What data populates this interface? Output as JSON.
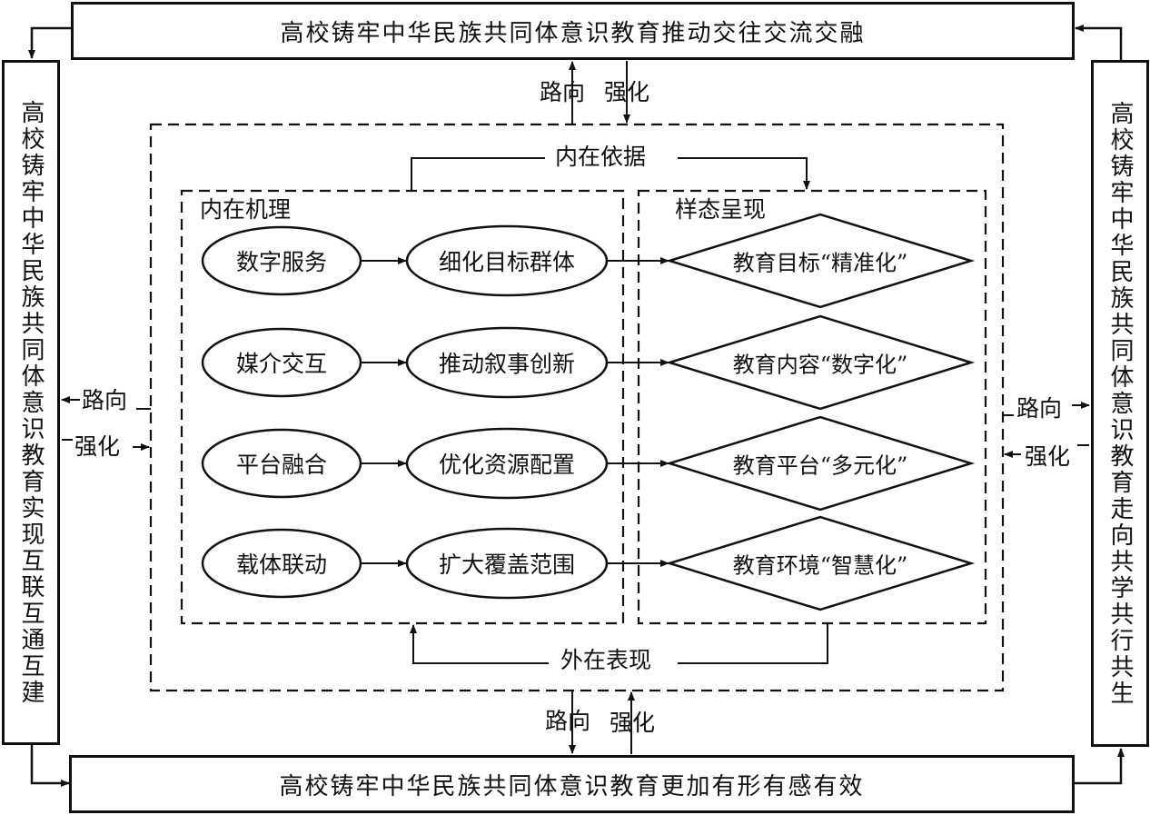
{
  "boxes": {
    "top": "高校铸牢中华民族共同体意识教育推动交往交流交融",
    "bottom": "高校铸牢中华民族共同体意识教育更加有形有感有效",
    "left": "高校铸牢中华民族共同体意识教育实现互联互通互建",
    "right": "高校铸牢中华民族共同体意识教育走向共学共行共生"
  },
  "connectors": {
    "path_label": "路向",
    "strengthen_label": "强化",
    "inner_basis": "内在依据",
    "outer_expression": "外在表现"
  },
  "mechanism": {
    "title": "内在机理",
    "rows": [
      {
        "cause": "数字服务",
        "effect": "细化目标群体"
      },
      {
        "cause": "媒介交互",
        "effect": "推动叙事创新"
      },
      {
        "cause": "平台融合",
        "effect": "优化资源配置"
      },
      {
        "cause": "载体联动",
        "effect": "扩大覆盖范围"
      }
    ]
  },
  "presentation": {
    "title": "样态呈现",
    "items": [
      "教育目标“精准化”",
      "教育内容“数字化”",
      "教育平台“多元化”",
      "教育环境“智慧化”"
    ]
  }
}
